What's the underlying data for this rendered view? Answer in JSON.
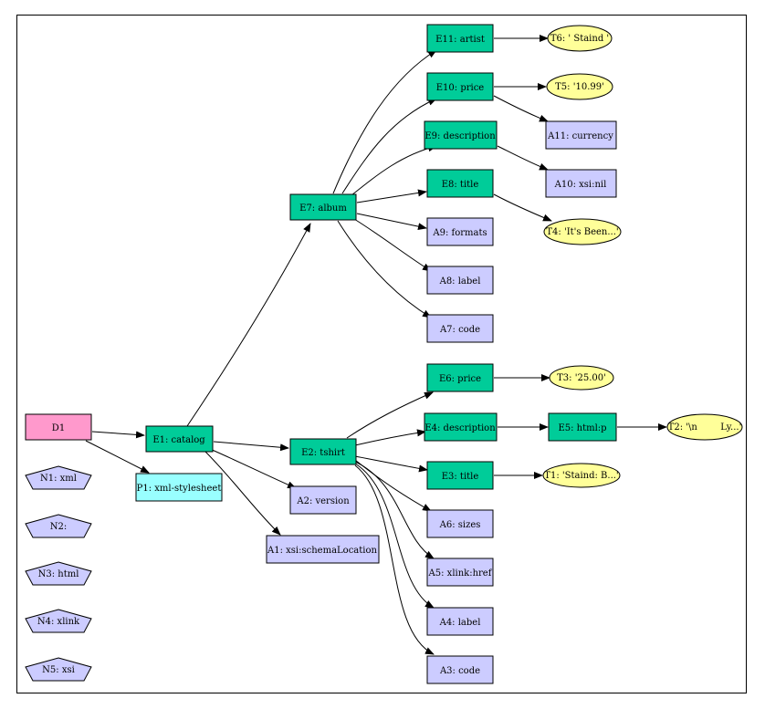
{
  "colors": {
    "document": "#ff99cc",
    "element": "#00cc99",
    "attribute": "#ccccff",
    "text": "#ffff99",
    "pi": "#99ffff",
    "namespace": "#ccccff"
  },
  "nodes": {
    "D1": "D1",
    "E1": "E1: catalog",
    "P1": "P1: xml-stylesheet",
    "A1": "A1: xsi:schemaLocation",
    "A2": "A2: version",
    "E2": "E2: tshirt",
    "E7": "E7: album",
    "E11": "E11: artist",
    "E10": "E10: price",
    "E9": "E9: description",
    "E8": "E8: title",
    "A9": "A9: formats",
    "A8": "A8: label",
    "A7": "A7: code",
    "A11": "A11: currency",
    "A10": "A10: xsi:nil",
    "T6": "T6: ' Staind '",
    "T5": "T5: '10.99'",
    "T4": "T4: 'It's Been...'",
    "E6": "E6: price",
    "E4": "E4: description",
    "E5": "E5: html:p",
    "E3": "E3: title",
    "A6": "A6: sizes",
    "A5": "A5: xlink:href",
    "A4": "A4: label",
    "A3": "A3: code",
    "T3": "T3: '25.00'",
    "T2": "T2: '\\n        Ly...'",
    "T1": "T1: 'Staind: B...'",
    "N1": "N1: xml",
    "N2": "N2:",
    "N3": "N3: html",
    "N4": "N4: xlink",
    "N5": "N5: xsi"
  }
}
